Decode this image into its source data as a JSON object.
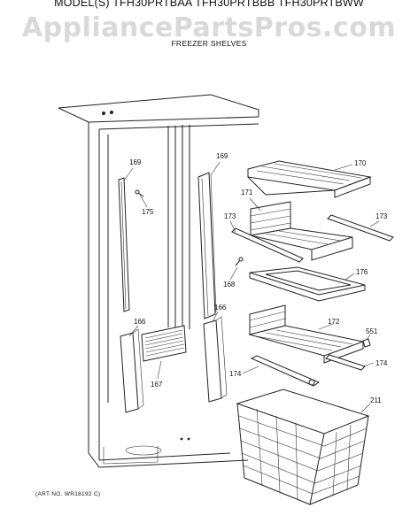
{
  "header": {
    "models": "MODEL(S) TFH30PRTBAA  TFH30PRTBBB  TFH30PRTBWW",
    "watermark": "AppliancePartsPros.com",
    "section": "FREEZER SHELVES"
  },
  "footer": {
    "art_no": "(ART NO. WR18192 C)"
  },
  "callouts": {
    "c169a": "169",
    "c169b": "169",
    "c170": "170",
    "c171": "171",
    "c173a": "173",
    "c173b": "173",
    "c175": "175",
    "c168": "168",
    "c176": "176",
    "c166a": "166",
    "c166b": "166",
    "c172": "172",
    "c551": "551",
    "c167": "167",
    "c174a": "174",
    "c174b": "174",
    "c211": "211"
  }
}
